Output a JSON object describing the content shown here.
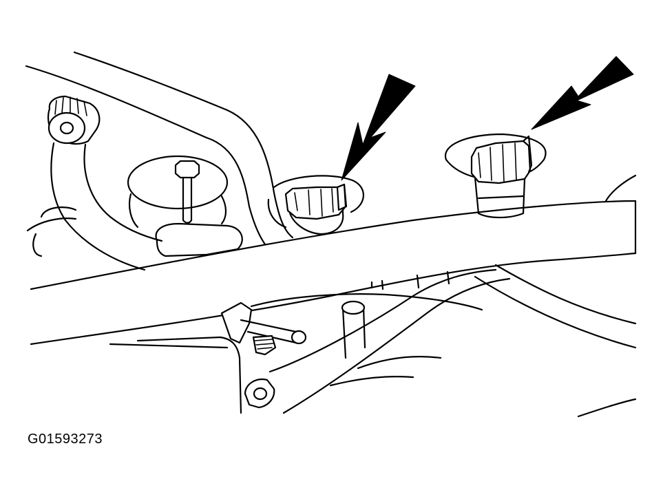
{
  "figure": {
    "id_label": "G01593273",
    "colors": {
      "line": "#000000",
      "background": "#ffffff"
    },
    "callouts": [
      {
        "name": "arrow-left-clamp",
        "icon": "arrow-icon"
      },
      {
        "name": "arrow-right-clamp",
        "icon": "arrow-icon"
      }
    ]
  }
}
